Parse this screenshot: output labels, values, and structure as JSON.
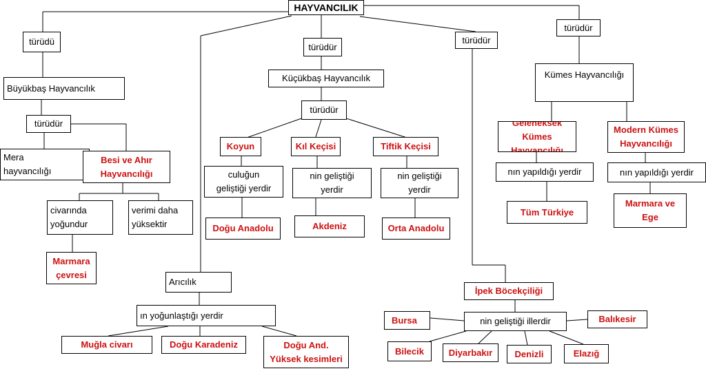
{
  "root": "HAYVANCILIK",
  "turudu": "türüdü",
  "turudur": "türüdür",
  "buyukbas": {
    "title": "Büyükbaş Hayvancılık",
    "mera": "Mera\nhayvancılığı",
    "besi": "Besi ve Ahır\nHayvancılığı",
    "civarinda": "civarında\nyoğundur",
    "verimi": "verimi daha\nyüksektir",
    "marmara": "Marmara\nçevresi"
  },
  "kucukbas": {
    "title": "Küçükbaş Hayvancılık",
    "koyun": "Koyun",
    "kil": "Kıl Keçisi",
    "tiftik": "Tiftik Keçisi",
    "culugun": "culuğun\ngeliştiği yerdir",
    "nin1": "nin geliştiği\nyerdir",
    "nin2": "nin geliştiği\nyerdir",
    "dogu_anadolu": "Doğu Anadolu",
    "akdeniz": "Akdeniz",
    "orta_anadolu": "Orta Anadolu"
  },
  "aricilik": {
    "title": "Arıcılık",
    "yogun": "ın yoğunlaştığı yerdir",
    "mugla": "Muğla civarı",
    "karadeniz": "Doğu Karadeniz",
    "yuksek": "Doğu And.\nYüksek kesimleri"
  },
  "ipek": {
    "title": "İpek Böcekçiliği",
    "iller": "nin geliştiği illerdir",
    "bursa": "Bursa",
    "balikesir": "Balıkesir",
    "bilecik": "Bilecik",
    "diyarbakir": "Diyarbakır",
    "denizli": "Denizli",
    "elazig": "Elazığ"
  },
  "kumes": {
    "title": "Kümes Hayvancılığı",
    "geleneksel": "Geleneksek Kümes\nHayvancılığı",
    "modern": "Modern Kümes\nHayvancılığı",
    "yapildigi1": "nın yapıldığı yerdir",
    "yapildigi2": "nın yapıldığı yerdir",
    "tum": "Tüm Türkiye",
    "marmara_ege": "Marmara ve\nEge"
  }
}
